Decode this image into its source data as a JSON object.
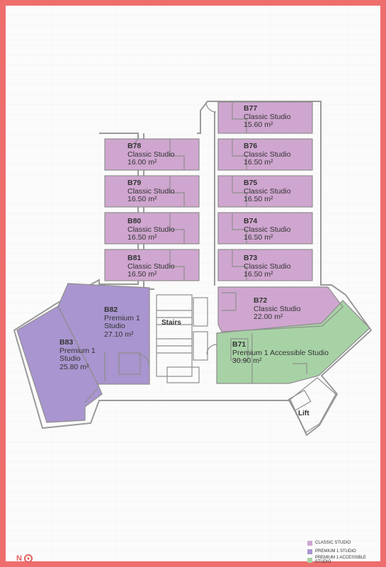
{
  "colors": {
    "classic": "#cfa6cf",
    "premium": "#a995cf",
    "accessible": "#a7d2a5",
    "frame": "#ee6e6e",
    "walls": "#8e8e8e"
  },
  "rooms": [
    {
      "code": "B77",
      "type": "Classic Studio",
      "area": "15.60 m²"
    },
    {
      "code": "B78",
      "type": "Classic Studio",
      "area": "16.00 m²"
    },
    {
      "code": "B76",
      "type": "Classic Studio",
      "area": "16.50 m²"
    },
    {
      "code": "B79",
      "type": "Classic Studio",
      "area": "16.50 m²"
    },
    {
      "code": "B75",
      "type": "Classic Studio",
      "area": "16.50 m²"
    },
    {
      "code": "B80",
      "type": "Classic Studio",
      "area": "16.50 m²"
    },
    {
      "code": "B74",
      "type": "Classic Studio",
      "area": "16.50 m²"
    },
    {
      "code": "B81",
      "type": "Classic Studio",
      "area": "16.50 m²"
    },
    {
      "code": "B73",
      "type": "Classic Studio",
      "area": "16.50 m²"
    },
    {
      "code": "B72",
      "type": "Classic Studio",
      "area": "22.00 m²"
    },
    {
      "code": "B82",
      "type": "Premium 1",
      "type2": "Studio",
      "area": "27.10 m²"
    },
    {
      "code": "B83",
      "type": "Premium 1",
      "type2": "Studio",
      "area": "25.80 m²"
    },
    {
      "code": "B71",
      "type": "Premium 1 Accessible Studio",
      "area": "30.90 m²"
    }
  ],
  "labels": {
    "stairs": "Stairs",
    "lift": "Lift"
  },
  "legend": [
    {
      "label": "CLASSIC STUDIO",
      "color": "#cfa6cf"
    },
    {
      "label": "PREMIUM 1 STUDIO",
      "color": "#a995cf"
    },
    {
      "label": "PREMIUM 1 ACCESSIBLE STUDIO",
      "color": "#a7d2a5"
    }
  ],
  "compass": {
    "letter": "N"
  }
}
